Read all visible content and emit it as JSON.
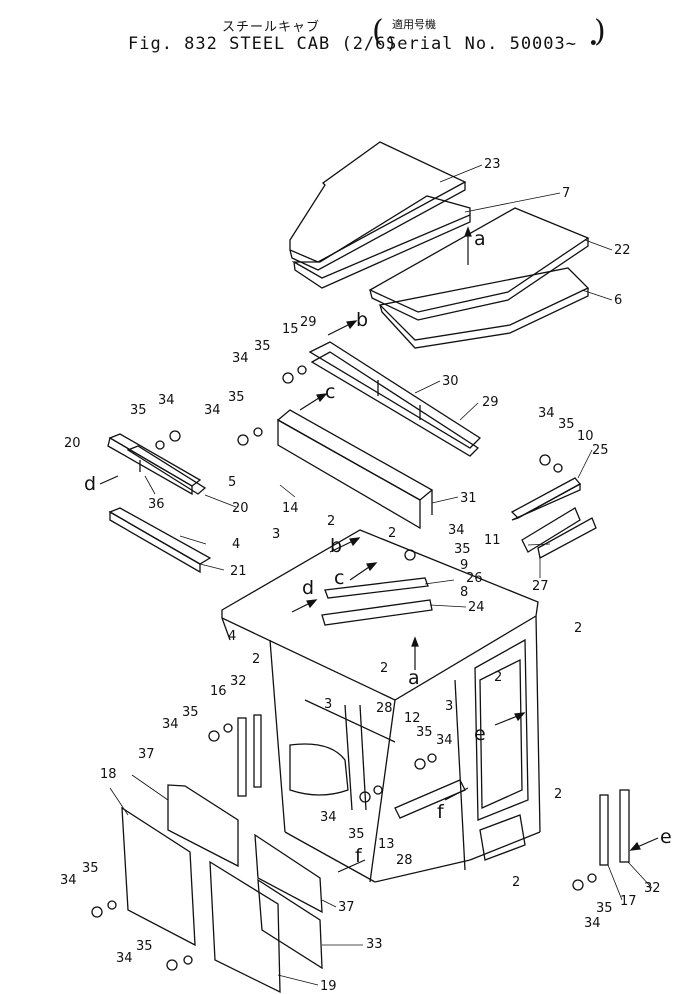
{
  "title": {
    "japanese": "スチールキャブ",
    "english": "Fig. 832 STEEL CAB (2/6)",
    "serial_japanese": "適用号機",
    "serial": "Serial No. 50003~ •"
  },
  "view_arrows": [
    "a",
    "b",
    "c",
    "d",
    "e",
    "f"
  ],
  "callouts": [
    "2",
    "3",
    "4",
    "5",
    "6",
    "7",
    "8",
    "9",
    "10",
    "11",
    "12",
    "13",
    "14",
    "15",
    "16",
    "17",
    "18",
    "19",
    "20",
    "21",
    "22",
    "23",
    "24",
    "25",
    "26",
    "27",
    "28",
    "29",
    "30",
    "31",
    "32",
    "33",
    "34",
    "35",
    "36",
    "37"
  ]
}
